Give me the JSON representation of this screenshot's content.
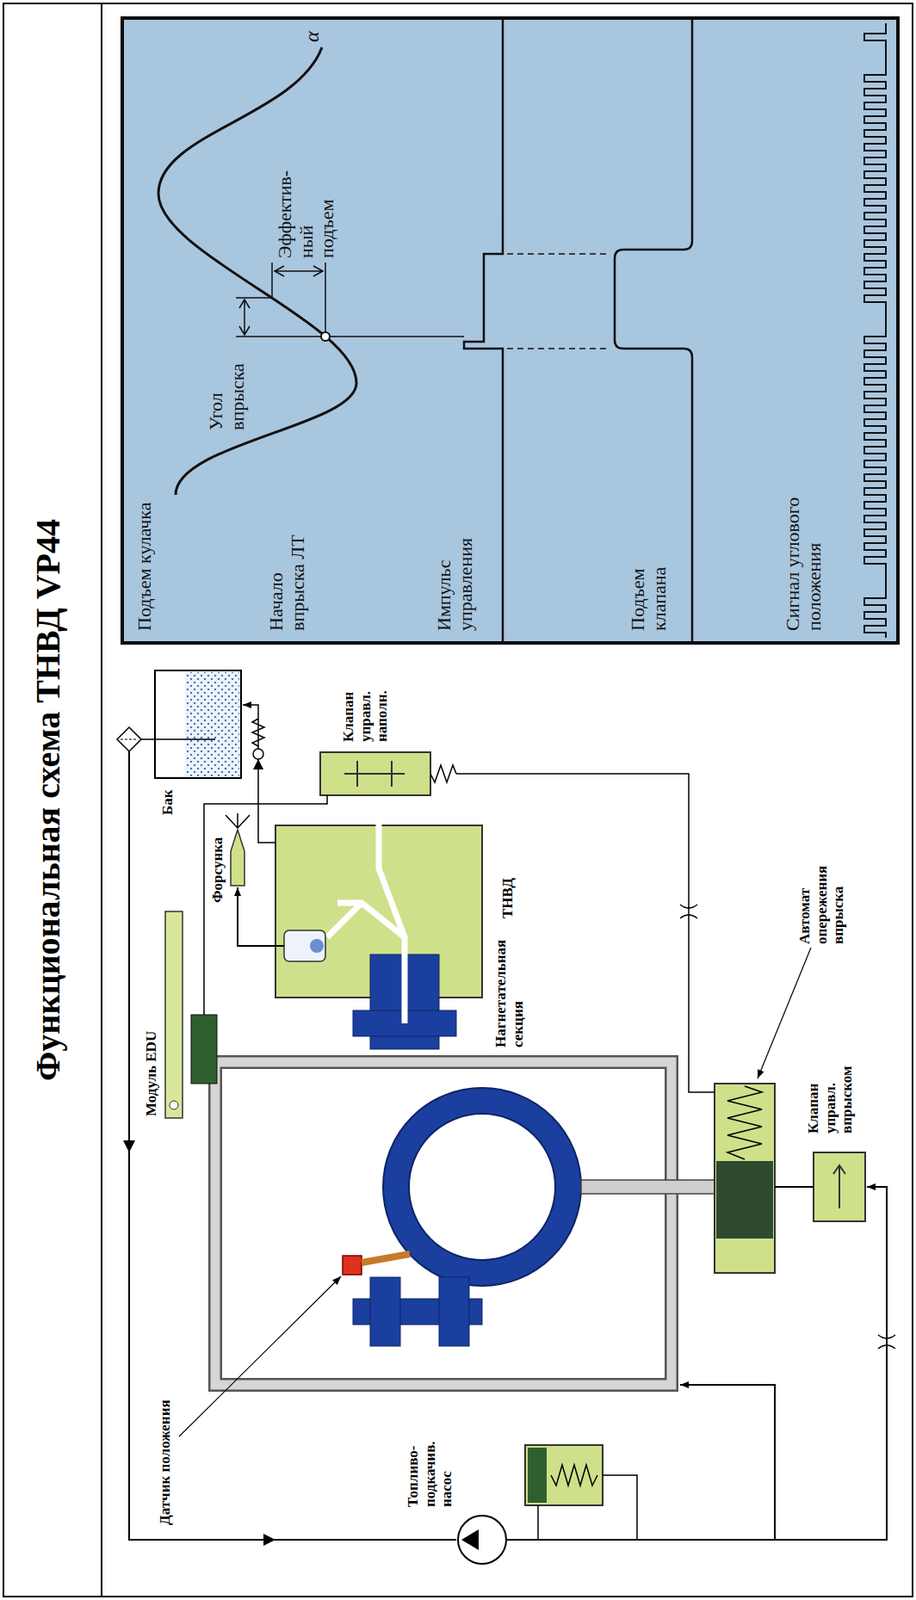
{
  "diagram": {
    "title": "Функциональная схема ТНВД VP44",
    "nodes": [
      {
        "text": [
          "Подъем кулачка",
          "Угол впрыска",
          "Эффектив- ный подъем",
          "α",
          "Начало впрыска ЛТ",
          "Импульс управления",
          "Подъем клапана",
          "Сигнал углового положения"
        ]
      }
    ],
    "labels": [
      "Модуль EDU",
      "Бак",
      "Форсунка",
      "Клапан управл. наполн.",
      "Нагнетательная секция",
      "ТНВД",
      "Датчик положения",
      "Топливо- подкачив. насос",
      "Клапан управл. впрыском",
      "Автомат опережения впрыска"
    ]
  }
}
